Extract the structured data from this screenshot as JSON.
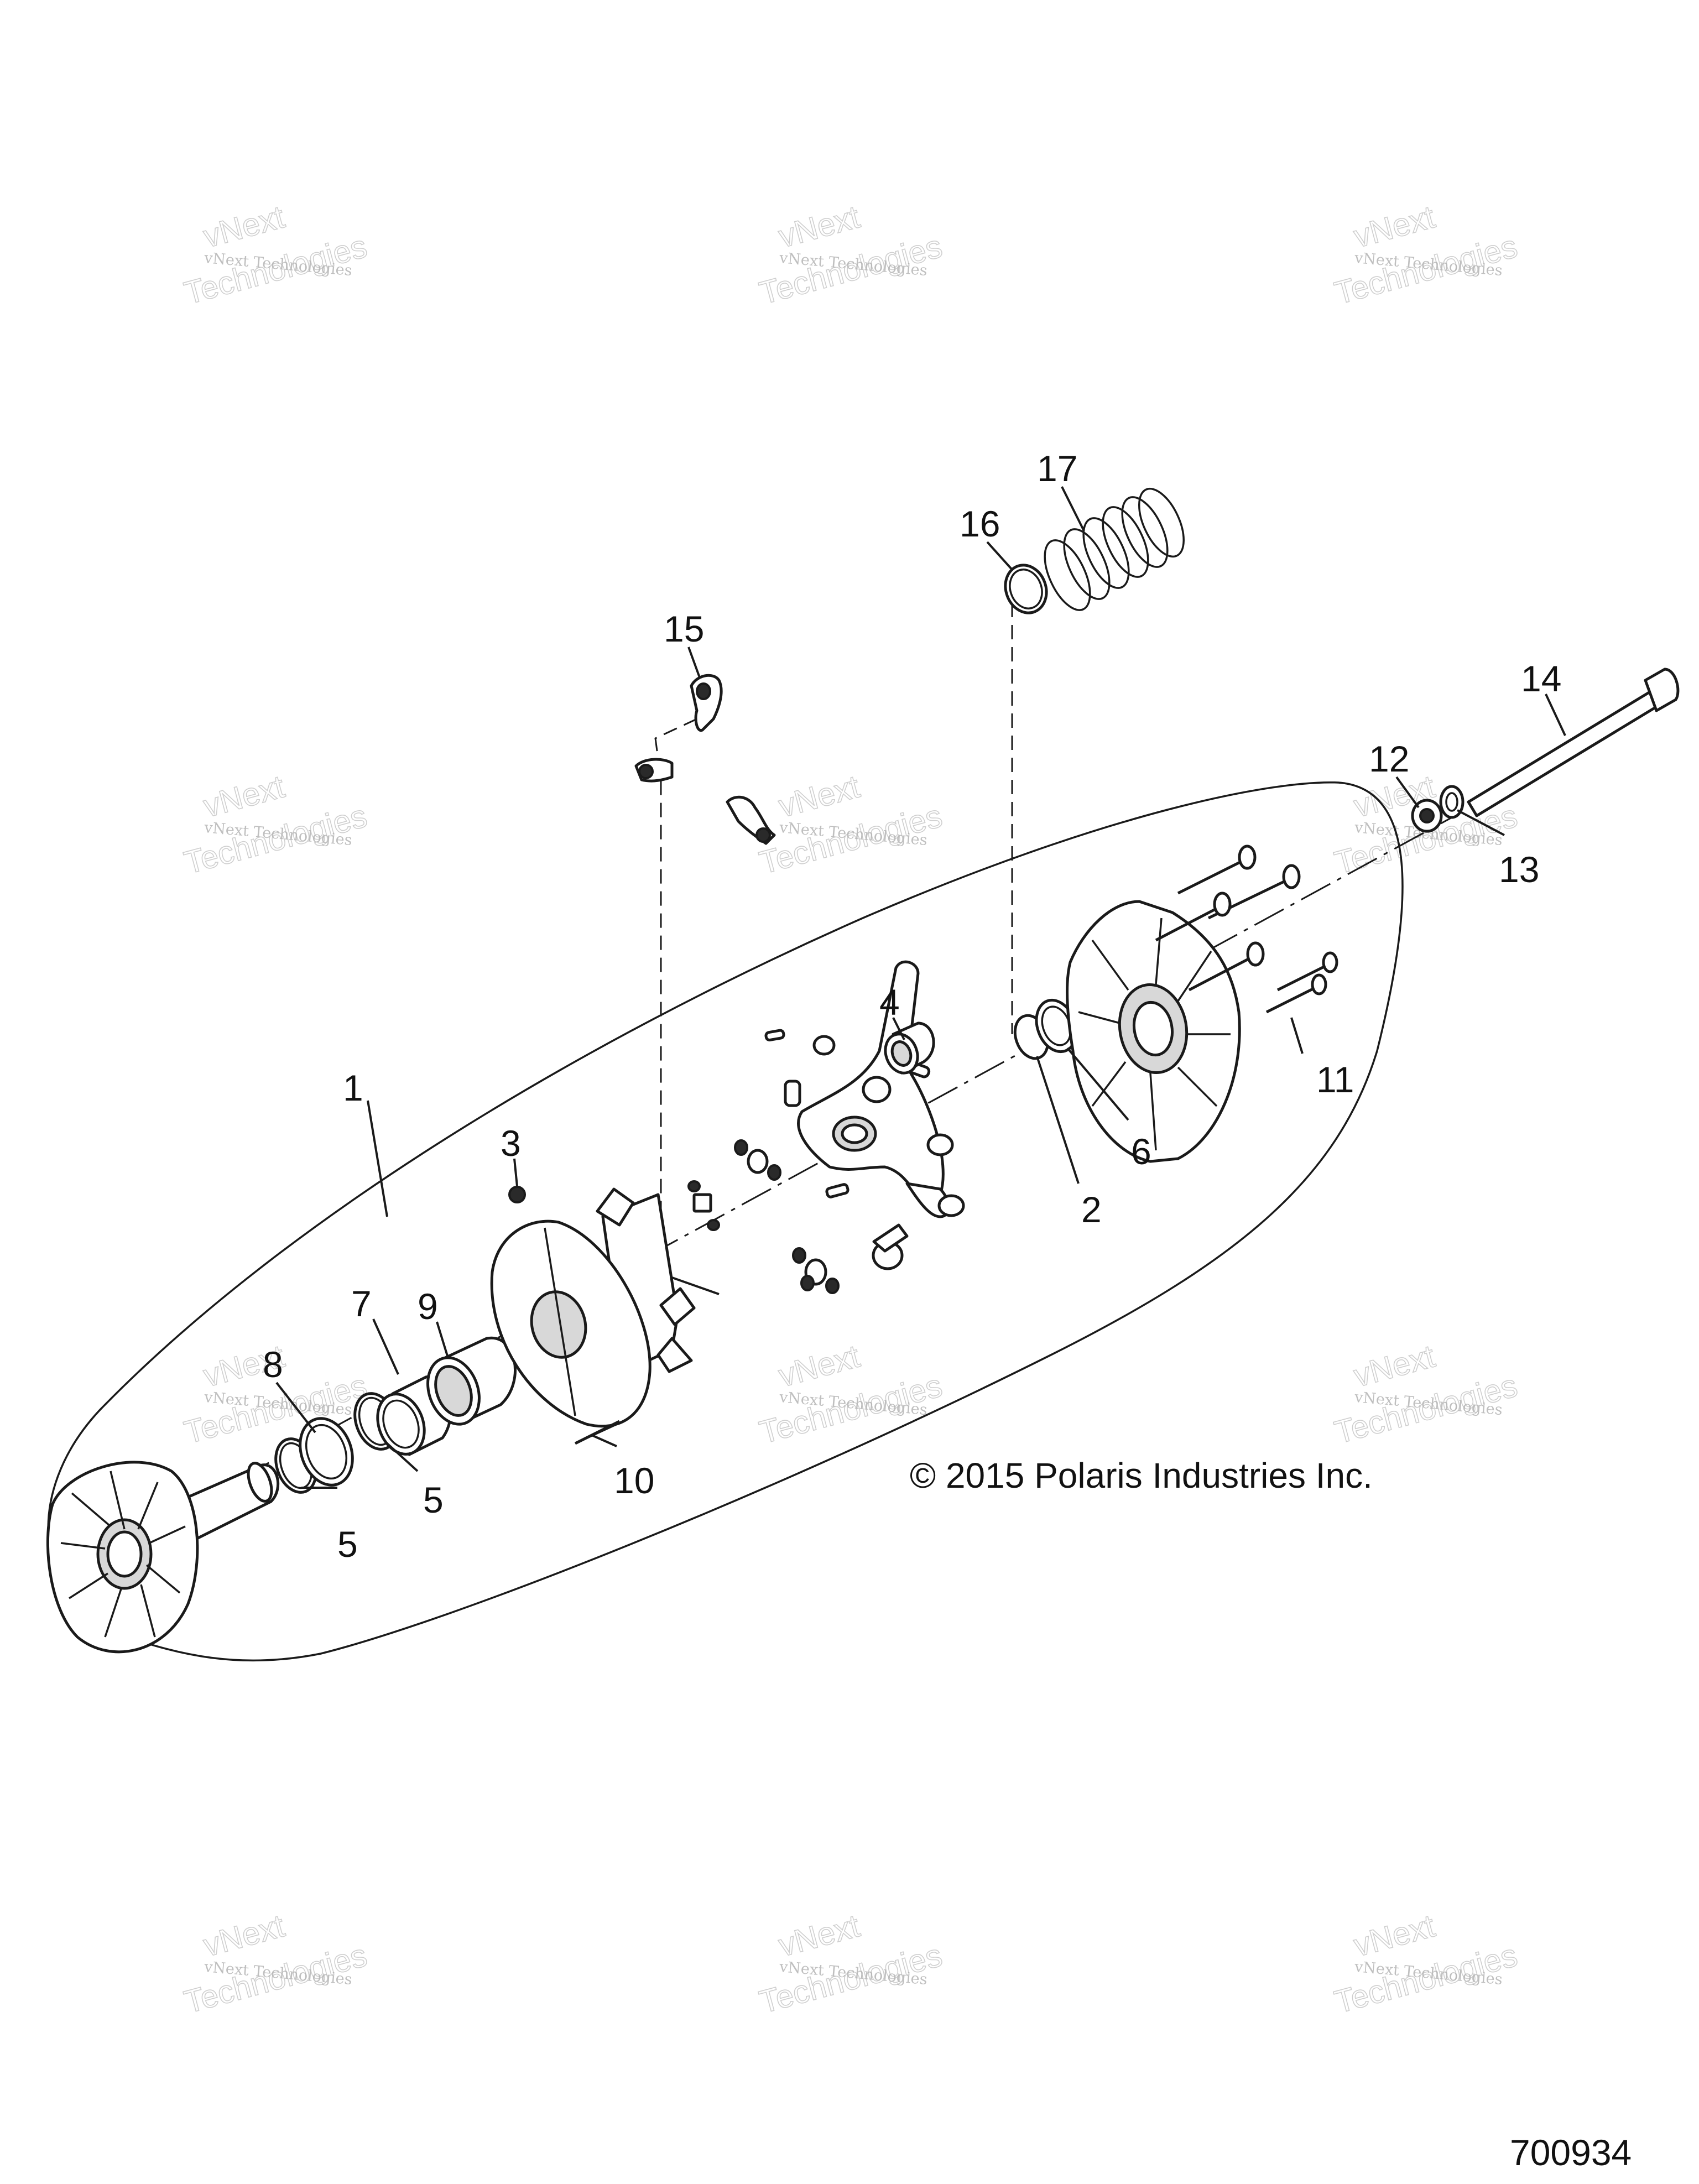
{
  "watermark": {
    "line1": "vNext Technologies",
    "line2": "vNext",
    "line3": "Technologies"
  },
  "callouts": [
    "1",
    "2",
    "3",
    "4",
    "5",
    "5",
    "6",
    "7",
    "8",
    "9",
    "10",
    "11",
    "12",
    "13",
    "14",
    "15",
    "16",
    "17"
  ],
  "copyright": "© 2015 Polaris Industries Inc.",
  "figure_number": "700934"
}
